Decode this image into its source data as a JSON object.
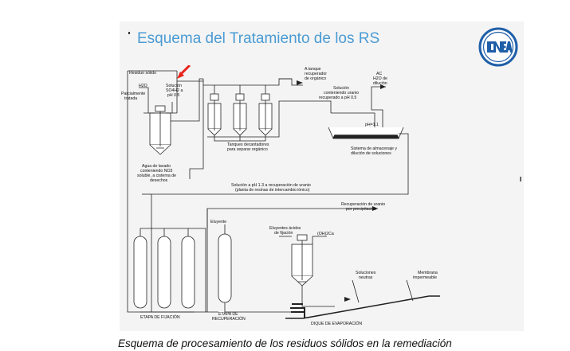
{
  "header": {
    "title": "Esquema del Tratamiento de los RS"
  },
  "logo": {
    "text": "CNEA",
    "color": "#1f5fa8"
  },
  "caption": "Esquema de procesamiento de los residuos sólidos en la remediación",
  "colors": {
    "title": "#4a9bd4",
    "arrow": "#e8241c",
    "line": "#222222"
  },
  "diagram": {
    "labels": {
      "residuo_solido": "Residuo sólido",
      "h2o_1": "H2O",
      "parcialmente": "Parcialmente",
      "tratada": "tratada",
      "solucion_1": "Solución",
      "so4h2": "SO4H2 a",
      "ph05_1": "pH 0.5",
      "agua_1": "Agua de lavado",
      "agua_2": "conteniendo NO3",
      "agua_3": "soluble, a cisterna de",
      "agua_4": "desechos",
      "tanque_1": "A tanque",
      "tanque_2": "recuperador",
      "tanque_3": "de orgánico",
      "decant_1": "Tanques decantadores",
      "decant_2": "para separar orgánico",
      "sol_uranio_1": "Solución",
      "sol_uranio_2": "conteniendo uranio",
      "sol_uranio_3": "recuperado a pH 0.5",
      "ac": "AC",
      "h2o_2": "H2O de",
      "dilucion": "dilución",
      "ph11": "pH=1.1",
      "almacen_1": "Sistema de almacenaje y",
      "almacen_2": "dilución de soluciones",
      "ph13_1": "Solución a pH 1.3 a recuperación de uranio",
      "ph13_2": "(planta de resinas de intercambio iónico)",
      "recup_1": "Recuperación de uranio",
      "recup_2": "por precipitación",
      "eluyente": "Eluyente",
      "eluyentes_1": "Eluyentes ácidos",
      "eluyentes_2": "de fijación",
      "oh2ca": "(OH)2Ca",
      "soluciones_1": "Soluciones",
      "soluciones_2": "neutras",
      "membrana_1": "Membrana",
      "membrana_2": "impermeable",
      "fijacion": "ETAPA DE FIJACIÓN",
      "recuperacion_1": "ETAPA DE",
      "recuperacion_2": "RECUPERACIÓN",
      "dique": "DIQUE DE EVAPORACIÓN"
    }
  }
}
